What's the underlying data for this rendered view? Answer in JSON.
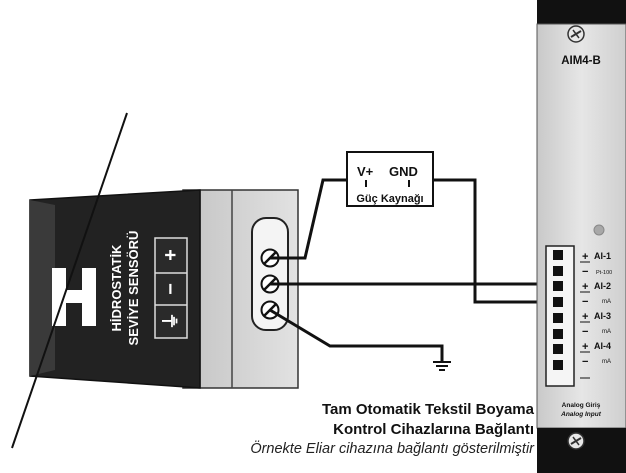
{
  "module": {
    "name": "AIM4-B",
    "channels": [
      {
        "label": "AI-1",
        "sub": "Pt-100"
      },
      {
        "label": "AI-2",
        "sub": "mA"
      },
      {
        "label": "AI-3",
        "sub": "mA"
      },
      {
        "label": "AI-4",
        "sub": "mA"
      }
    ],
    "bottom_label_1": "Analog Giriş",
    "bottom_label_2": "Analog Input",
    "plus": "+",
    "minus": "−"
  },
  "power_supply": {
    "vplus": "V+",
    "gnd": "GND",
    "label": "Güç Kaynağı"
  },
  "sensor": {
    "line1": "HİDROSTATİK",
    "line2": "SEVİYE SENSÖRÜ",
    "plus": "+",
    "minus": "−",
    "ground": "⏚"
  },
  "caption": {
    "line1": "Tam Otomatik Tekstil Boyama",
    "line2": "Kontrol Cihazlarına Bağlantı",
    "line3": "Örnekte Eliar cihazına bağlantı gösterilmiştir"
  }
}
